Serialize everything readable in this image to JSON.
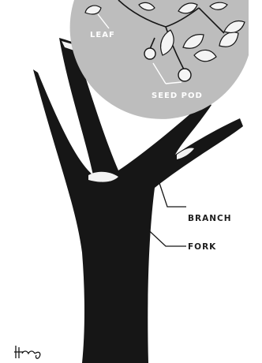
{
  "labels": {
    "leaf": "LEAF",
    "seed_pod": "SEED POD",
    "branch": "BRANCH",
    "fork": "FORK"
  },
  "colors": {
    "paper": "#ffffff",
    "ink": "#161616",
    "inset_fill": "#bdbdbd",
    "leaf_fill": "#f4f4f4",
    "bark_highlight": "#f2f2f2"
  }
}
